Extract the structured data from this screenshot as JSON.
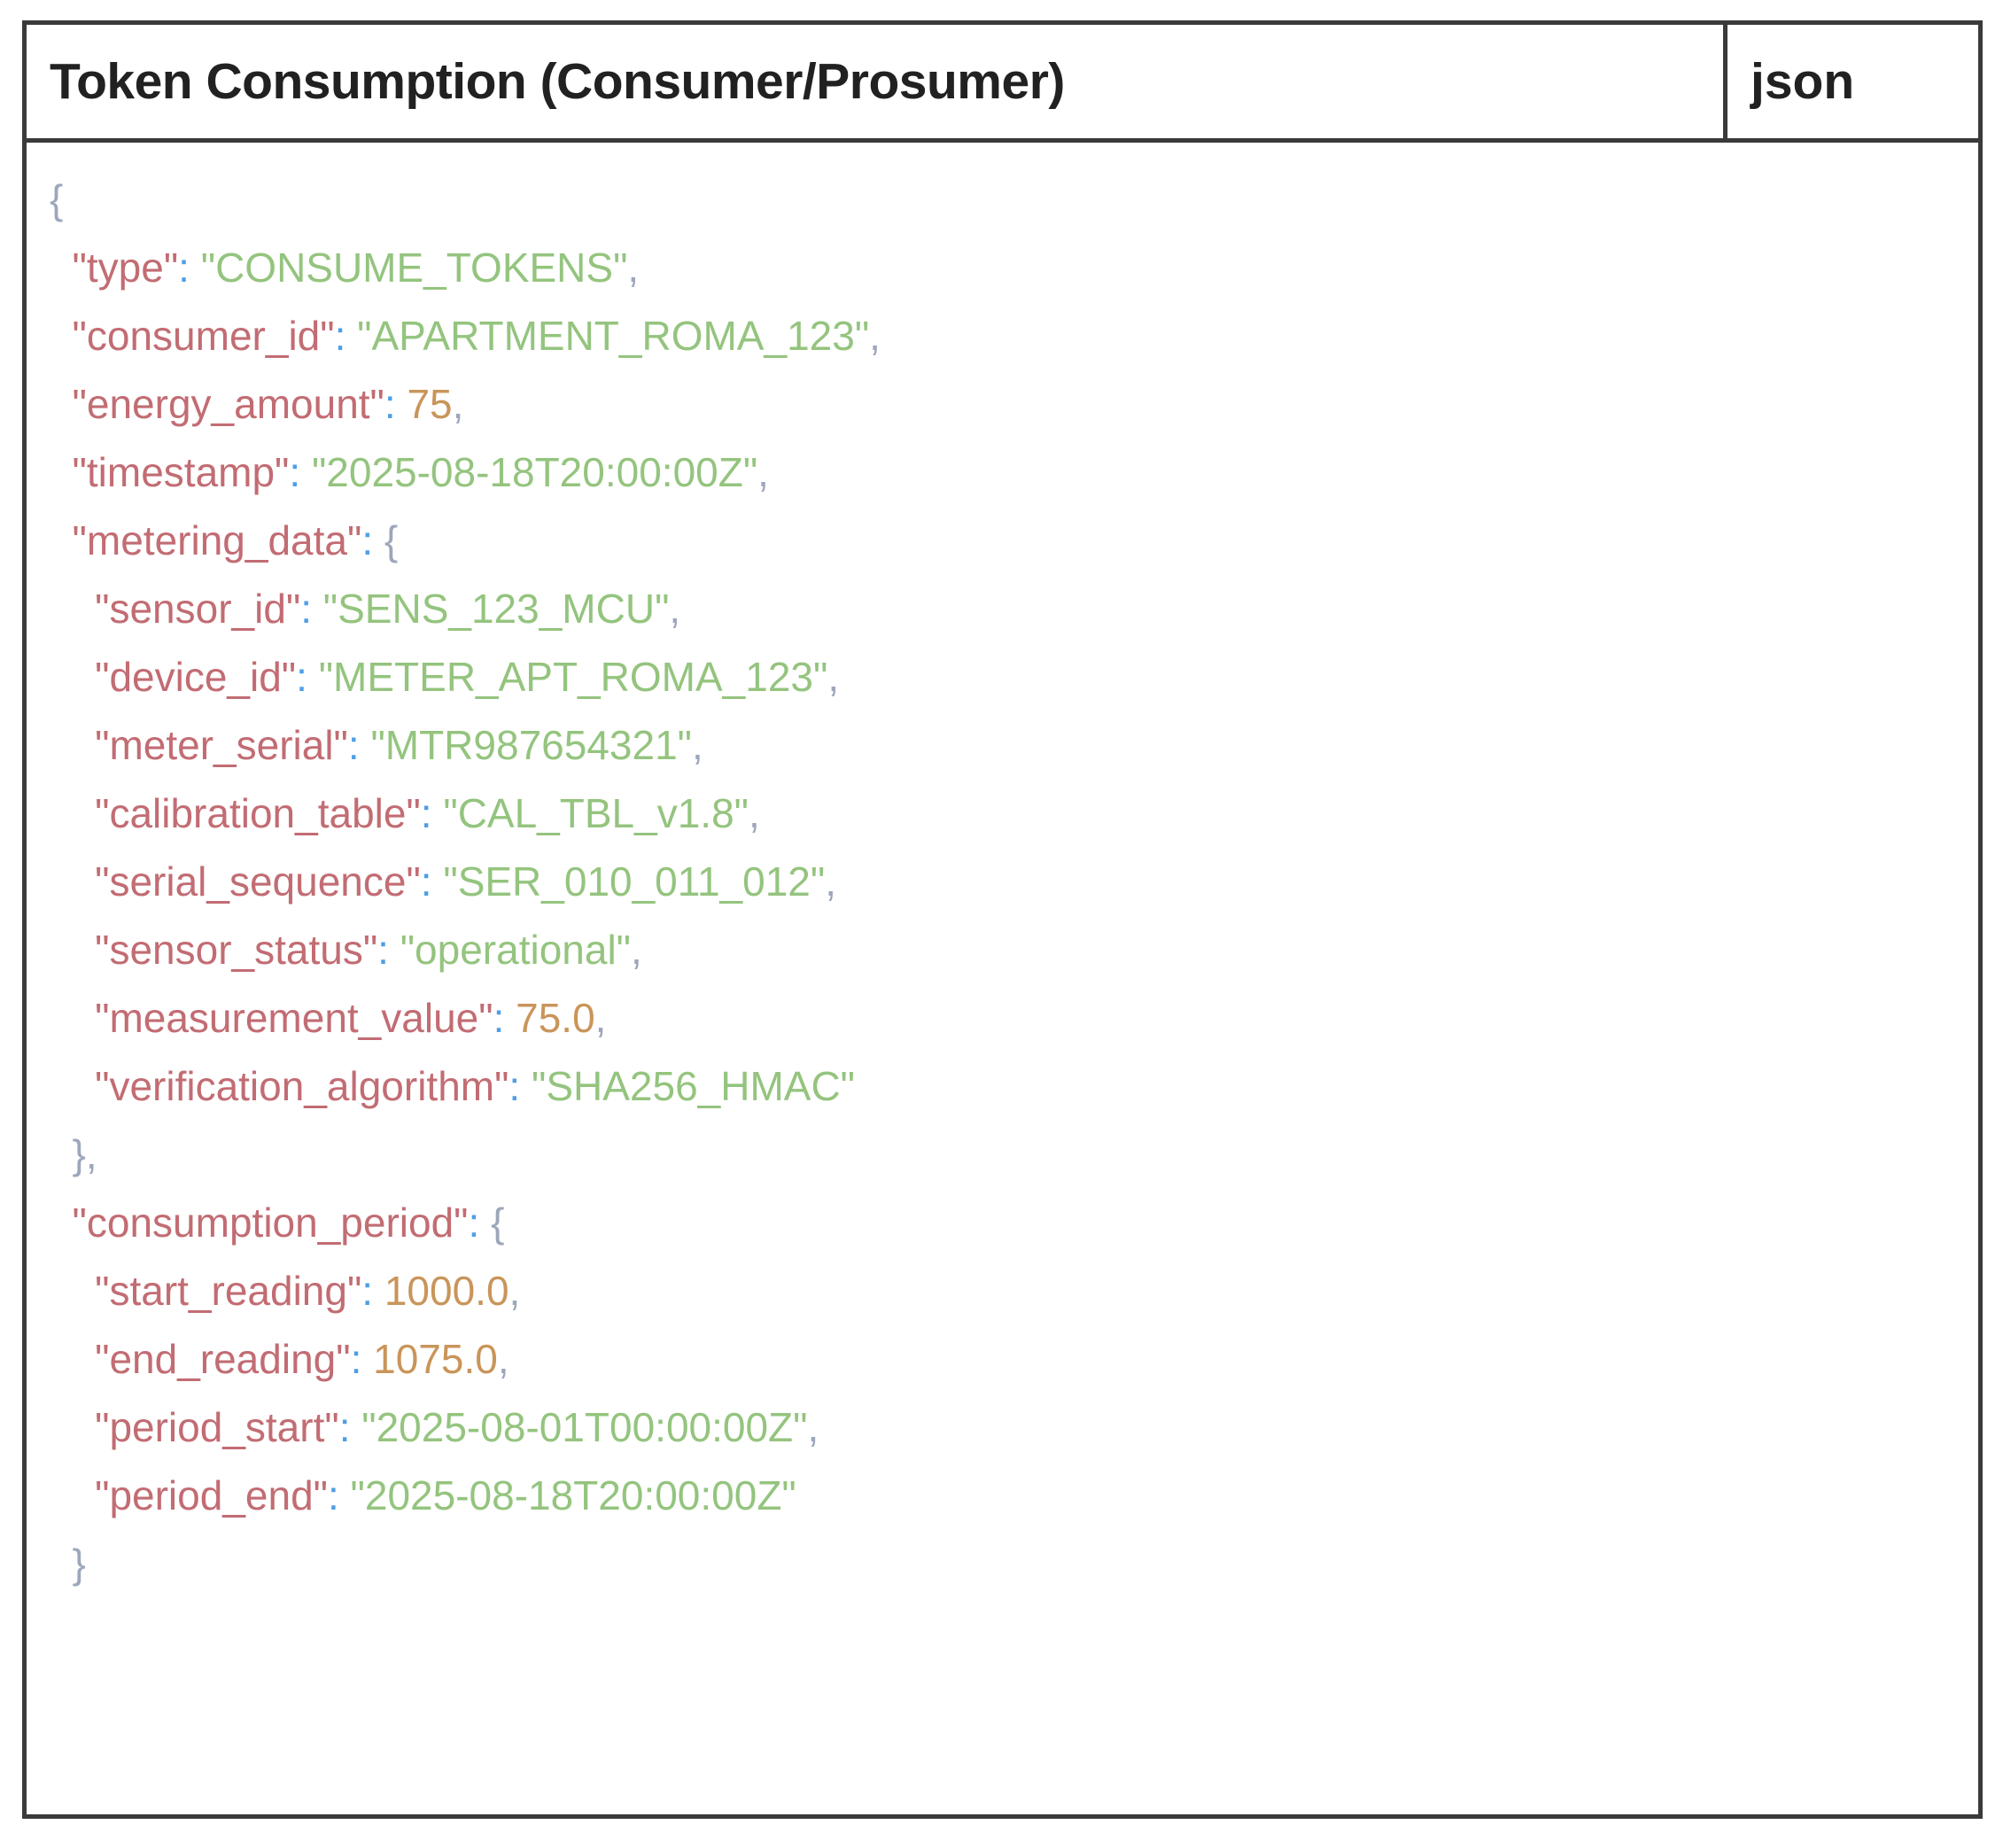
{
  "header": {
    "title": "Token Consumption (Consumer/Prosumer)",
    "language_label": "json"
  },
  "colors": {
    "frame": "#3a3a3a",
    "heading": "#212121",
    "key": "#c26c73",
    "str": "#94c47e",
    "num": "#c9955a",
    "pun": "#9da7bb",
    "col": "#4d9ee7"
  },
  "code": {
    "lines": [
      [
        {
          "c": "pun",
          "v": "{"
        }
      ],
      [
        {
          "c": "key",
          "v": "  \"type\""
        },
        {
          "c": "col",
          "v": ": "
        },
        {
          "c": "str",
          "v": "\"CONSUME_TOKENS\""
        },
        {
          "c": "pun",
          "v": ","
        }
      ],
      [
        {
          "c": "key",
          "v": "  \"consumer_id\""
        },
        {
          "c": "col",
          "v": ": "
        },
        {
          "c": "str",
          "v": "\"APARTMENT_ROMA_123\""
        },
        {
          "c": "pun",
          "v": ","
        }
      ],
      [
        {
          "c": "key",
          "v": "  \"energy_amount\""
        },
        {
          "c": "col",
          "v": ": "
        },
        {
          "c": "num",
          "v": "75"
        },
        {
          "c": "pun",
          "v": ","
        }
      ],
      [
        {
          "c": "key",
          "v": "  \"timestamp\""
        },
        {
          "c": "col",
          "v": ": "
        },
        {
          "c": "str",
          "v": "\"2025-08-18T20:00:00Z\""
        },
        {
          "c": "pun",
          "v": ","
        }
      ],
      [
        {
          "c": "key",
          "v": "  \"metering_data\""
        },
        {
          "c": "col",
          "v": ": "
        },
        {
          "c": "pun",
          "v": "{"
        }
      ],
      [
        {
          "c": "key",
          "v": "    \"sensor_id\""
        },
        {
          "c": "col",
          "v": ": "
        },
        {
          "c": "str",
          "v": "\"SENS_123_MCU\""
        },
        {
          "c": "pun",
          "v": ","
        }
      ],
      [
        {
          "c": "key",
          "v": "    \"device_id\""
        },
        {
          "c": "col",
          "v": ": "
        },
        {
          "c": "str",
          "v": "\"METER_APT_ROMA_123\""
        },
        {
          "c": "pun",
          "v": ","
        }
      ],
      [
        {
          "c": "key",
          "v": "    \"meter_serial\""
        },
        {
          "c": "col",
          "v": ": "
        },
        {
          "c": "str",
          "v": "\"MTR987654321\""
        },
        {
          "c": "pun",
          "v": ","
        }
      ],
      [
        {
          "c": "key",
          "v": "    \"calibration_table\""
        },
        {
          "c": "col",
          "v": ": "
        },
        {
          "c": "str",
          "v": "\"CAL_TBL_v1.8\""
        },
        {
          "c": "pun",
          "v": ","
        }
      ],
      [
        {
          "c": "key",
          "v": "    \"serial_sequence\""
        },
        {
          "c": "col",
          "v": ": "
        },
        {
          "c": "str",
          "v": "\"SER_010_011_012\""
        },
        {
          "c": "pun",
          "v": ","
        }
      ],
      [
        {
          "c": "key",
          "v": "    \"sensor_status\""
        },
        {
          "c": "col",
          "v": ": "
        },
        {
          "c": "str",
          "v": "\"operational\""
        },
        {
          "c": "pun",
          "v": ","
        }
      ],
      [
        {
          "c": "key",
          "v": "    \"measurement_value\""
        },
        {
          "c": "col",
          "v": ": "
        },
        {
          "c": "num",
          "v": "75.0"
        },
        {
          "c": "pun",
          "v": ","
        }
      ],
      [
        {
          "c": "key",
          "v": "    \"verification_algorithm\""
        },
        {
          "c": "col",
          "v": ": "
        },
        {
          "c": "str",
          "v": "\"SHA256_HMAC\""
        }
      ],
      [
        {
          "c": "pun",
          "v": "  },"
        }
      ],
      [
        {
          "c": "key",
          "v": "  \"consumption_period\""
        },
        {
          "c": "col",
          "v": ": "
        },
        {
          "c": "pun",
          "v": "{"
        }
      ],
      [
        {
          "c": "key",
          "v": "    \"start_reading\""
        },
        {
          "c": "col",
          "v": ": "
        },
        {
          "c": "num",
          "v": "1000.0"
        },
        {
          "c": "pun",
          "v": ","
        }
      ],
      [
        {
          "c": "key",
          "v": "    \"end_reading\""
        },
        {
          "c": "col",
          "v": ": "
        },
        {
          "c": "num",
          "v": "1075.0"
        },
        {
          "c": "pun",
          "v": ","
        }
      ],
      [
        {
          "c": "key",
          "v": "    \"period_start\""
        },
        {
          "c": "col",
          "v": ": "
        },
        {
          "c": "str",
          "v": "\"2025-08-01T00:00:00Z\""
        },
        {
          "c": "pun",
          "v": ","
        }
      ],
      [
        {
          "c": "key",
          "v": "    \"period_end\""
        },
        {
          "c": "col",
          "v": ": "
        },
        {
          "c": "str",
          "v": "\"2025-08-18T20:00:00Z\""
        }
      ],
      [
        {
          "c": "pun",
          "v": "  }"
        }
      ]
    ]
  }
}
